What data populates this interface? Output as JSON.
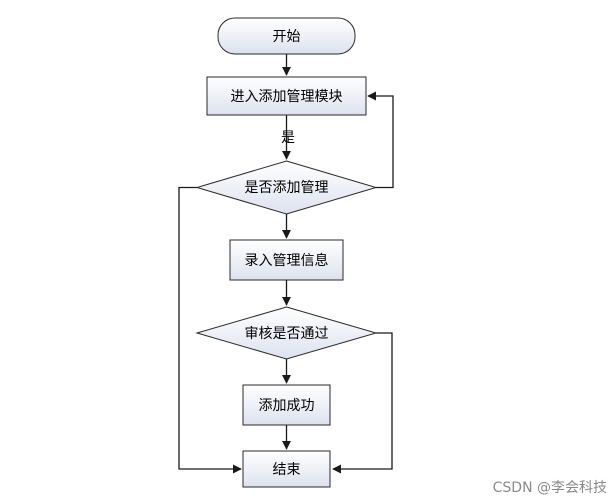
{
  "nodes": {
    "start": "开始",
    "enter_module": "进入添加管理模块",
    "decide_add": "是否添加管理",
    "input_info": "录入管理信息",
    "decide_review": "审核是否通过",
    "add_success": "添加成功",
    "end": "结束"
  },
  "edges": {
    "yes_label": "是"
  },
  "watermark": "CSDN @李会科技",
  "colors": {
    "box_fill_top": "#ffffff",
    "box_fill_bottom": "#dfe4ef",
    "stroke": "#2a2a2a"
  }
}
